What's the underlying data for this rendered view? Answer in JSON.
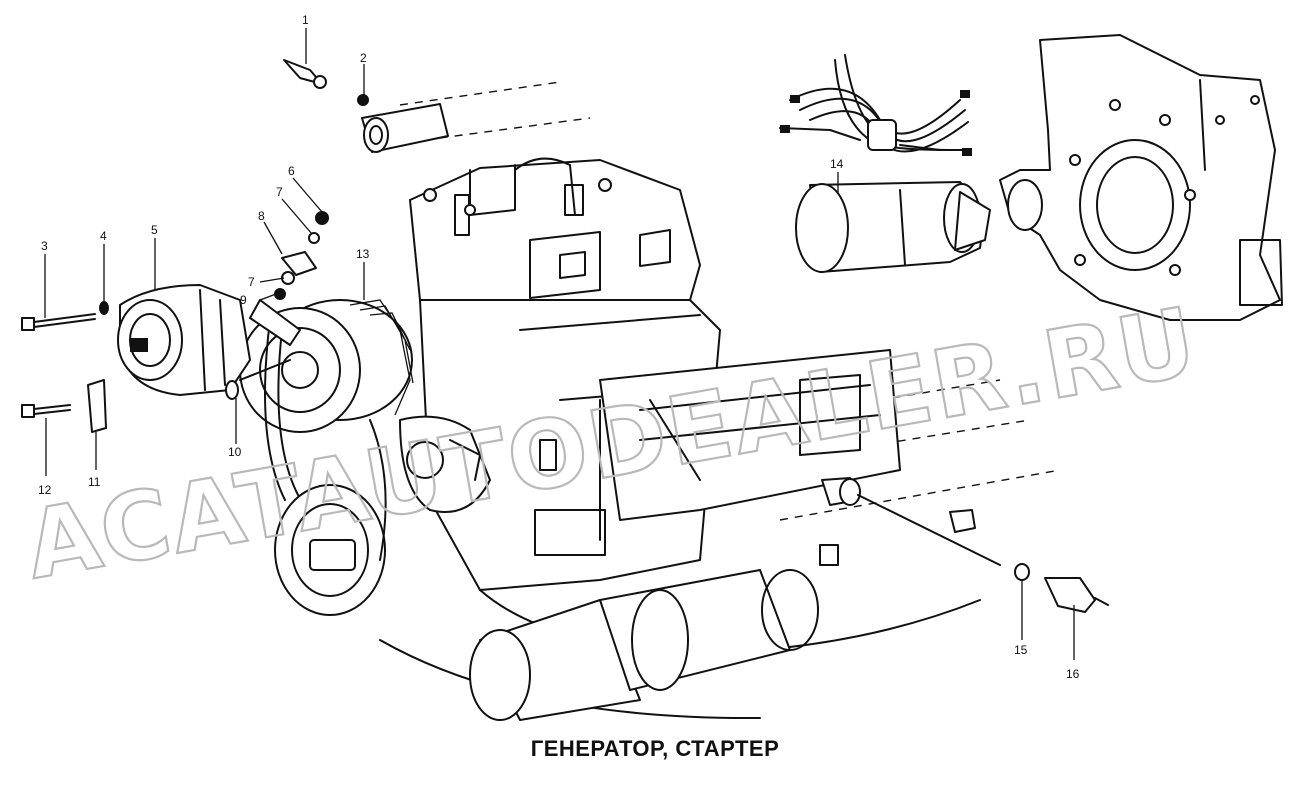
{
  "caption": "ГЕНЕРАТОР, СТАРТЕР",
  "watermark": "ACATAUTODEALER.RU",
  "callouts": [
    {
      "id": "1",
      "label": "1"
    },
    {
      "id": "2",
      "label": "2"
    },
    {
      "id": "3",
      "label": "3"
    },
    {
      "id": "4",
      "label": "4"
    },
    {
      "id": "5",
      "label": "5"
    },
    {
      "id": "6",
      "label": "6"
    },
    {
      "id": "7a",
      "label": "7"
    },
    {
      "id": "8",
      "label": "8"
    },
    {
      "id": "7b",
      "label": "7"
    },
    {
      "id": "9",
      "label": "9"
    },
    {
      "id": "10",
      "label": "10"
    },
    {
      "id": "11",
      "label": "11"
    },
    {
      "id": "12",
      "label": "12"
    },
    {
      "id": "13",
      "label": "13"
    },
    {
      "id": "14",
      "label": "14"
    },
    {
      "id": "15",
      "label": "15"
    },
    {
      "id": "16",
      "label": "16"
    }
  ]
}
